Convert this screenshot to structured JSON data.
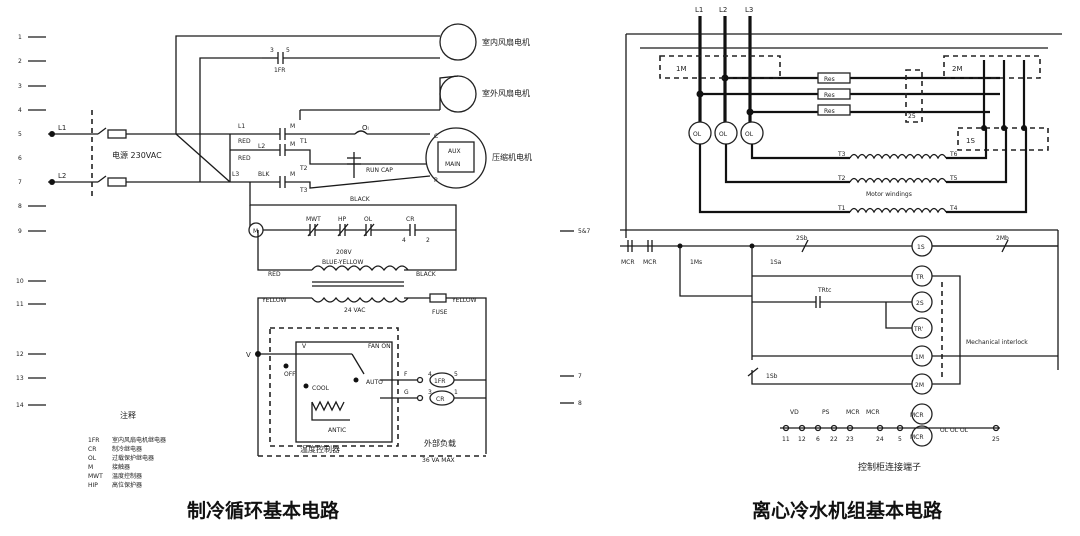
{
  "left_diagram": {
    "caption": "制冷循环基本电路",
    "line_numbers": [
      "1",
      "2",
      "3",
      "4",
      "5",
      "6",
      "7",
      "8",
      "9",
      "10",
      "11",
      "12",
      "13",
      "14"
    ],
    "right_refs": [
      "5&7",
      "7",
      "8"
    ],
    "labels": {
      "L1": "L1",
      "L2": "L2",
      "supply": "电源 230VAC",
      "fr_num_a": "3",
      "fr_num_b": "5",
      "fr": "1FR",
      "indoor_fan": "室内风扇电机",
      "outdoor_fan": "室外风扇电机",
      "compressor": "压缩机电机",
      "L1b": "L1",
      "red1": "RED",
      "M1": "M",
      "T1": "T1",
      "OL_top": "Oₗ",
      "L2b": "L2",
      "red2": "RED",
      "M2": "M",
      "T2": "T2",
      "L3": "L3",
      "blk": "BLK",
      "M3": "M",
      "T3": "T3",
      "C": "C",
      "aux": "AUX",
      "main": "MAIN",
      "R": "R",
      "run_cap": "RUN CAP",
      "black": "BLACK",
      "mwt": "MWT",
      "hp": "HP",
      "ol": "OL",
      "cr": "CR",
      "cr4": "4",
      "cr2": "2",
      "M_coil": "M",
      "v208": "208V",
      "blue_yellow": "BLUE-YELLOW",
      "red3": "RED",
      "black2": "BLACK",
      "yellow_l": "YELLOW",
      "yellow_r": "YELLOW",
      "vac24": "24 VAC",
      "fuse": "FUSE",
      "V_left": "V",
      "V_top": "V",
      "off": "OFF",
      "fan_on": "FAN ON",
      "cool": "COOL",
      "auto": "AUTO",
      "anti": "ANTIC",
      "F": "F",
      "G": "G",
      "t4": "4",
      "t3": "3",
      "t5": "5",
      "t1": "1",
      "coil_1fr": "1FR",
      "coil_cr": "CR",
      "thermostat": "温度控制器",
      "external_load": "外部负载",
      "va": "36 VA MAX"
    },
    "notes": {
      "title": "注释",
      "items": [
        {
          "code": "1FR",
          "desc": "室内风扇电机继电器"
        },
        {
          "code": "CR",
          "desc": "制冷继电器"
        },
        {
          "code": "OL",
          "desc": "过载保护继电器"
        },
        {
          "code": "M",
          "desc": "接触器"
        },
        {
          "code": "MWT",
          "desc": "温度控制器"
        },
        {
          "code": "HIP",
          "desc": "高位保护器"
        }
      ]
    }
  },
  "right_diagram": {
    "caption": "离心冷水机组基本电路",
    "labels": {
      "L1": "L1",
      "L2": "L2",
      "L3": "L3",
      "box_1m": "1M",
      "box_2m": "2M",
      "box_1s": "1S",
      "box_25": "25",
      "res1": "Res",
      "res2": "Res",
      "res3": "Res",
      "ol1": "OL",
      "ol2": "OL",
      "ol3": "OL",
      "T1": "T1",
      "T2": "T2",
      "T3": "T3",
      "T4": "T4",
      "T5": "T5",
      "T6": "T6",
      "motor_windings": "Motor windings",
      "mcr1": "MCR",
      "mcr2": "MCR",
      "ms1": "1Ms",
      "sb2": "2Sb",
      "sa1": "1Sa",
      "mb2": "2Mb",
      "tr_timer": "TRtc",
      "mech": "Mechanical interlock",
      "sb1": "1Sb",
      "coil_1s": "1S",
      "coil_tr": "TR",
      "coil_2s": "2S",
      "coil_trp": "TR'",
      "coil_1m": "1M",
      "coil_2m": "2M",
      "coil_mcr1": "MCR",
      "coil_mcr2": "MCR",
      "vd": "VD",
      "ps": "PS",
      "mcr_a": "MCR",
      "mcr_b": "MCR",
      "ol_row": "OL OL OL",
      "t11": "11",
      "t12": "12",
      "t6": "6",
      "t22": "22",
      "t23": "23",
      "t24": "24",
      "t5": "5",
      "t25": "25",
      "terminal_label": "控制柜连接端子"
    }
  }
}
